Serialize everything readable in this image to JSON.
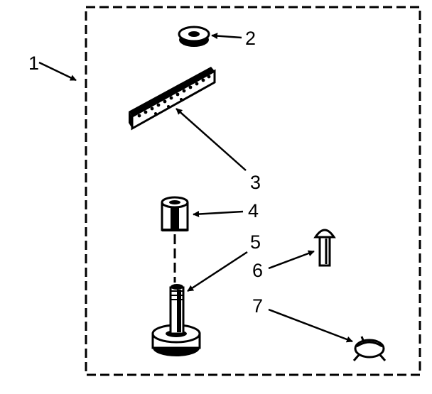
{
  "callouts": {
    "kit": "1",
    "washer": "2",
    "bracket": "3",
    "nut": "4",
    "stud": "5",
    "rivet": "6",
    "clamp": "7"
  },
  "colors": {
    "ink": "#000000",
    "paper": "#ffffff"
  }
}
